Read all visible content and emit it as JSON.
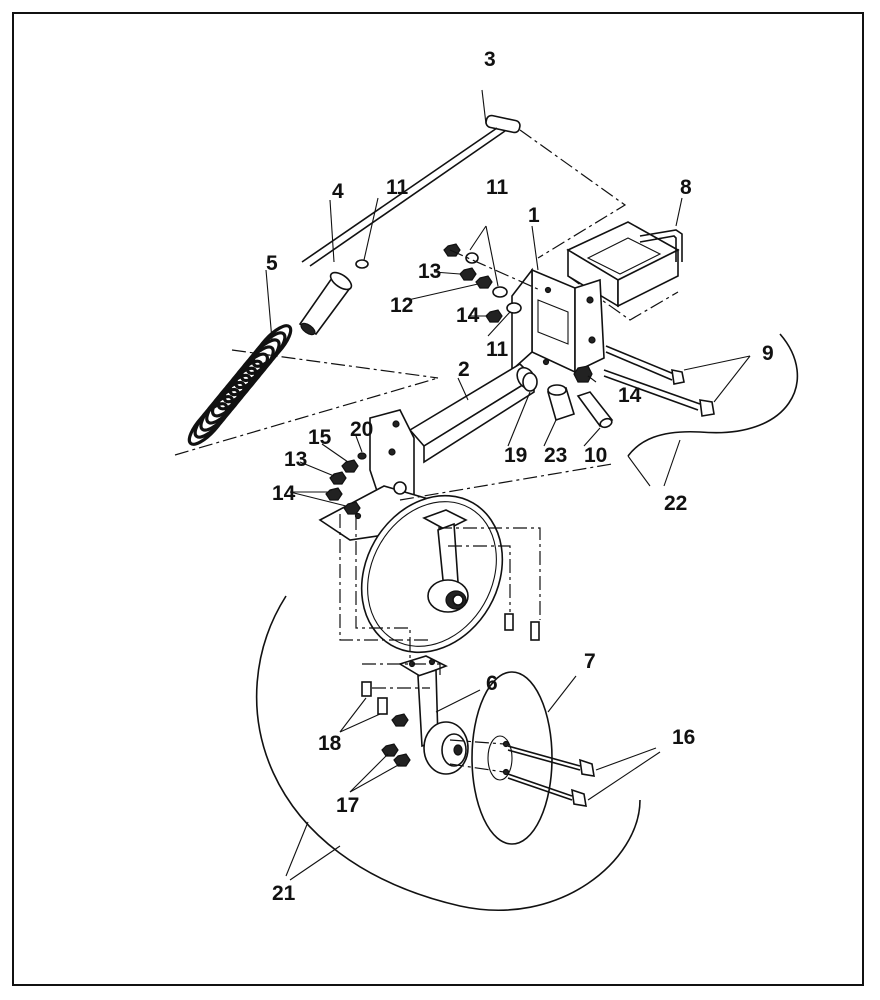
{
  "callouts": [
    {
      "id": "c3",
      "label": "3"
    },
    {
      "id": "c4",
      "label": "4"
    },
    {
      "id": "c11a",
      "label": "11"
    },
    {
      "id": "c11b",
      "label": "11"
    },
    {
      "id": "c8",
      "label": "8"
    },
    {
      "id": "c5",
      "label": "5"
    },
    {
      "id": "c1",
      "label": "1"
    },
    {
      "id": "c13a",
      "label": "13"
    },
    {
      "id": "c12",
      "label": "12"
    },
    {
      "id": "c14a",
      "label": "14"
    },
    {
      "id": "c11c",
      "label": "11"
    },
    {
      "id": "c9",
      "label": "9"
    },
    {
      "id": "c2",
      "label": "2"
    },
    {
      "id": "c14b",
      "label": "14"
    },
    {
      "id": "c15",
      "label": "15"
    },
    {
      "id": "c20",
      "label": "20"
    },
    {
      "id": "c13b",
      "label": "13"
    },
    {
      "id": "c19",
      "label": "19"
    },
    {
      "id": "c23",
      "label": "23"
    },
    {
      "id": "c10",
      "label": "10"
    },
    {
      "id": "c14c",
      "label": "14"
    },
    {
      "id": "c22",
      "label": "22"
    },
    {
      "id": "c7",
      "label": "7"
    },
    {
      "id": "c6",
      "label": "6"
    },
    {
      "id": "c16",
      "label": "16"
    },
    {
      "id": "c18",
      "label": "18"
    },
    {
      "id": "c17",
      "label": "17"
    },
    {
      "id": "c21",
      "label": "21"
    }
  ]
}
